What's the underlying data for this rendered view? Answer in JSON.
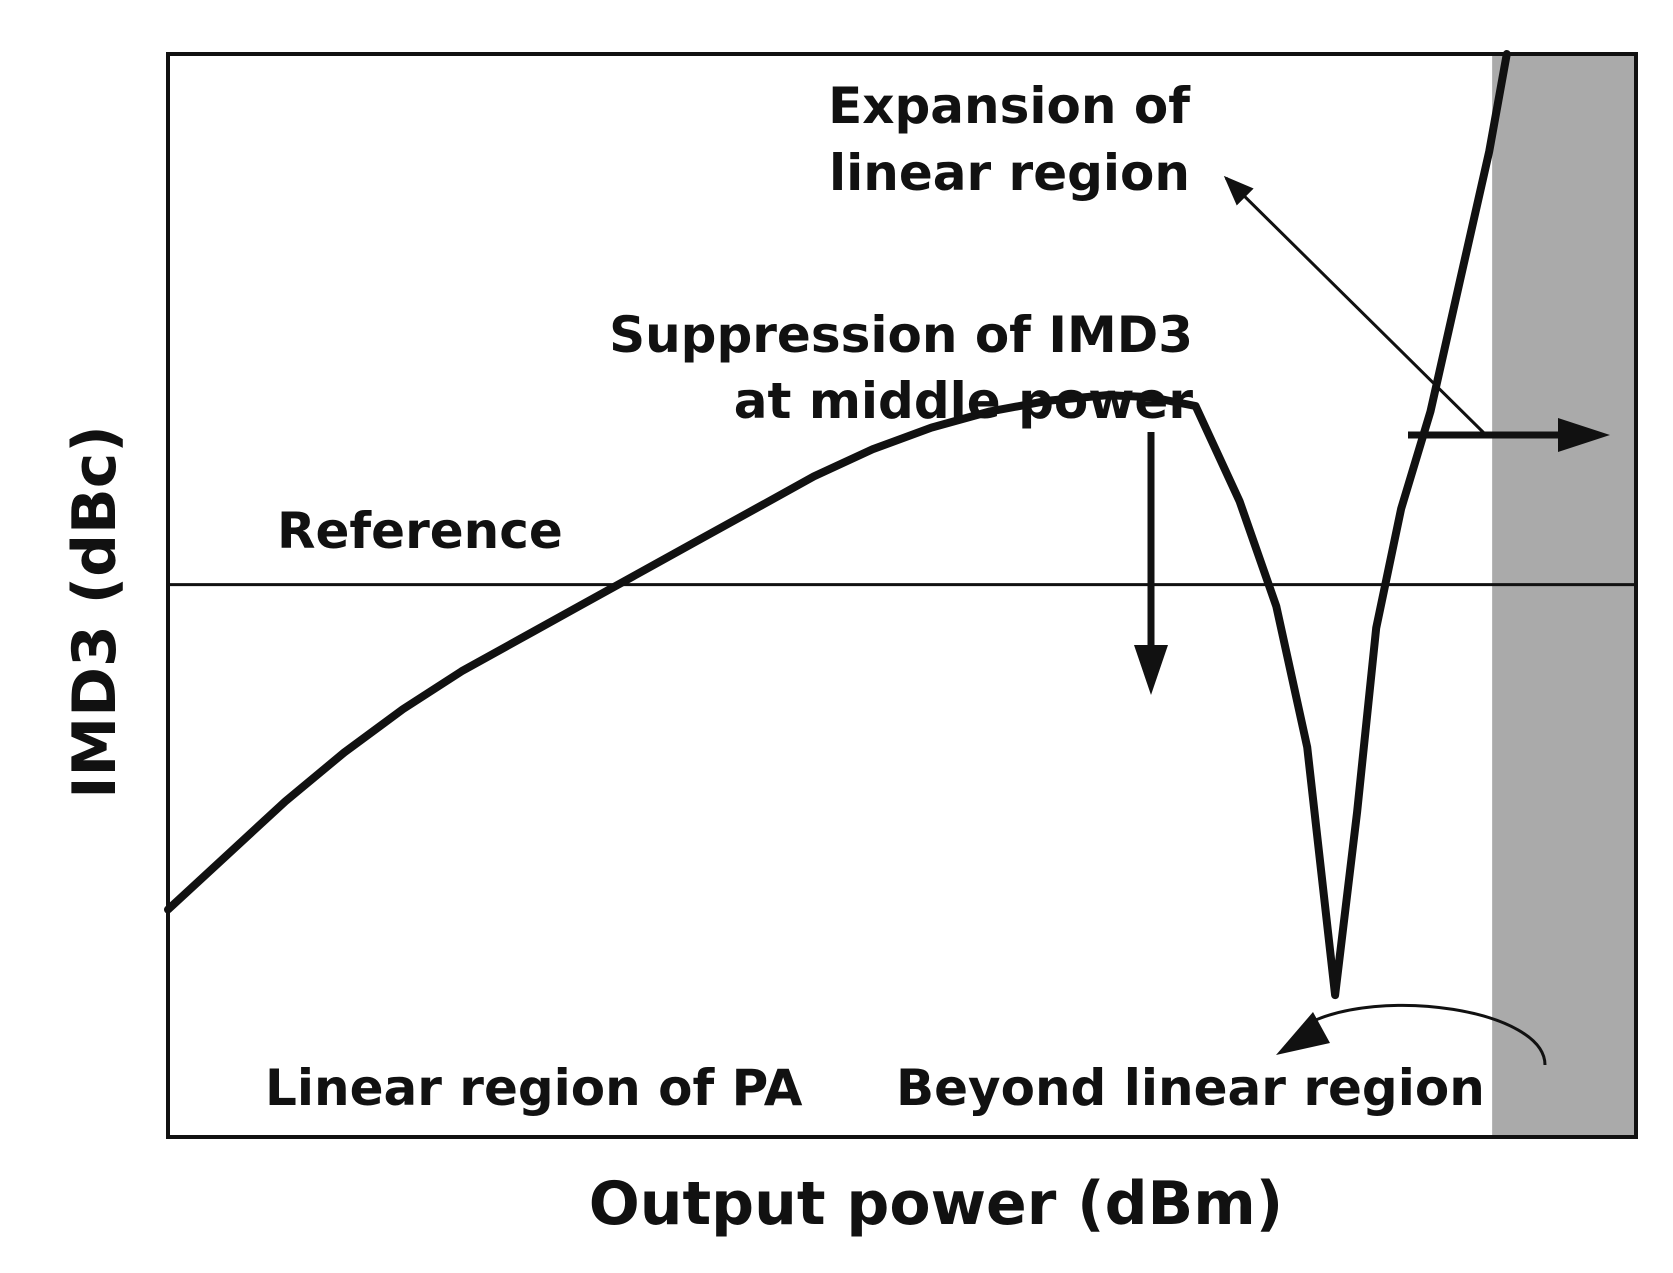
{
  "chart_data": {
    "type": "line",
    "title": "",
    "xlabel": "Output power (dBm)",
    "ylabel": "IMD3 (dBc)",
    "xlim": [
      0,
      100
    ],
    "ylim": [
      0,
      100
    ],
    "grid": false,
    "ticks_shown": false,
    "series": [
      {
        "points": [
          [
            0,
            21
          ],
          [
            4,
            26
          ],
          [
            8,
            31
          ],
          [
            12,
            35.5
          ],
          [
            16,
            39.5
          ],
          [
            20,
            43
          ],
          [
            24,
            46
          ],
          [
            28,
            49
          ],
          [
            32,
            52
          ],
          [
            36,
            55
          ],
          [
            40,
            58
          ],
          [
            44,
            61
          ],
          [
            48,
            63.5
          ],
          [
            52,
            65.5
          ],
          [
            56,
            67
          ],
          [
            60,
            68
          ],
          [
            64,
            68.5
          ],
          [
            67,
            68.3
          ],
          [
            70,
            67.5
          ],
          [
            73,
            58.7
          ],
          [
            75.5,
            49
          ],
          [
            77.6,
            36
          ],
          [
            79.5,
            13.1
          ],
          [
            81,
            30
          ],
          [
            82.3,
            47
          ],
          [
            84,
            58
          ],
          [
            86,
            67
          ],
          [
            88,
            79
          ],
          [
            90,
            91
          ],
          [
            91.2,
            100
          ]
        ]
      }
    ],
    "reference_line": {
      "y": 51,
      "label": "Reference"
    },
    "shaded_region": {
      "x_start": 90.2,
      "x_end": 100,
      "color": "#aaaaaa"
    },
    "annotations": {
      "expansion": [
        "Expansion of",
        "linear region"
      ],
      "suppression": [
        "Suppression of IMD3",
        "at middle power"
      ],
      "linear_region": "Linear region of PA",
      "beyond_region": "Beyond linear region"
    },
    "colors": {
      "curve": "#111111",
      "frame": "#111111",
      "shade": "#aaaaaa",
      "background": "#ffffff"
    }
  }
}
